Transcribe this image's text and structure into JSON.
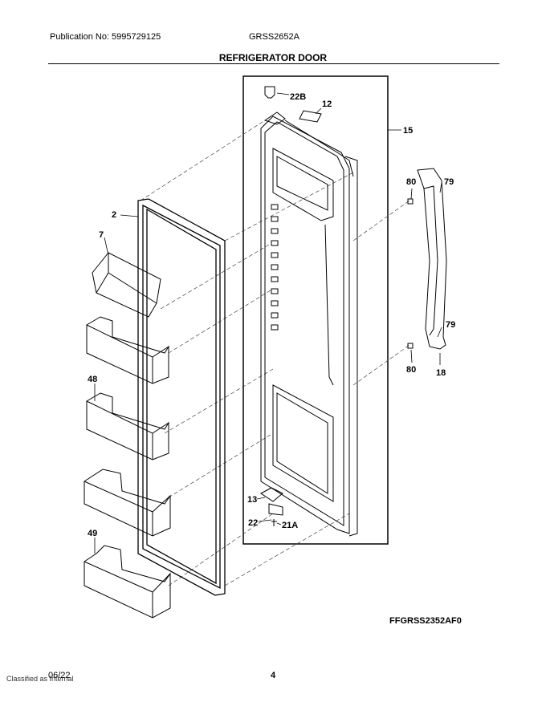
{
  "header": {
    "publication": "Publication No: 5995729125",
    "model": "GRSS2652A",
    "title": "REFRIGERATOR DOOR"
  },
  "labels": {
    "p22b": "22B",
    "p12": "12",
    "p15": "15",
    "p80a": "80",
    "p79a": "79",
    "p2": "2",
    "p7": "7",
    "p79b": "79",
    "p80b": "80",
    "p18": "18",
    "p48": "48",
    "p13": "13",
    "p22": "22",
    "p21a": "21A",
    "p49": "49"
  },
  "footer": {
    "ref_code": "FFGRSS2352AF0",
    "date": "06/22",
    "classification": "Classified as Internal",
    "page": "4"
  }
}
